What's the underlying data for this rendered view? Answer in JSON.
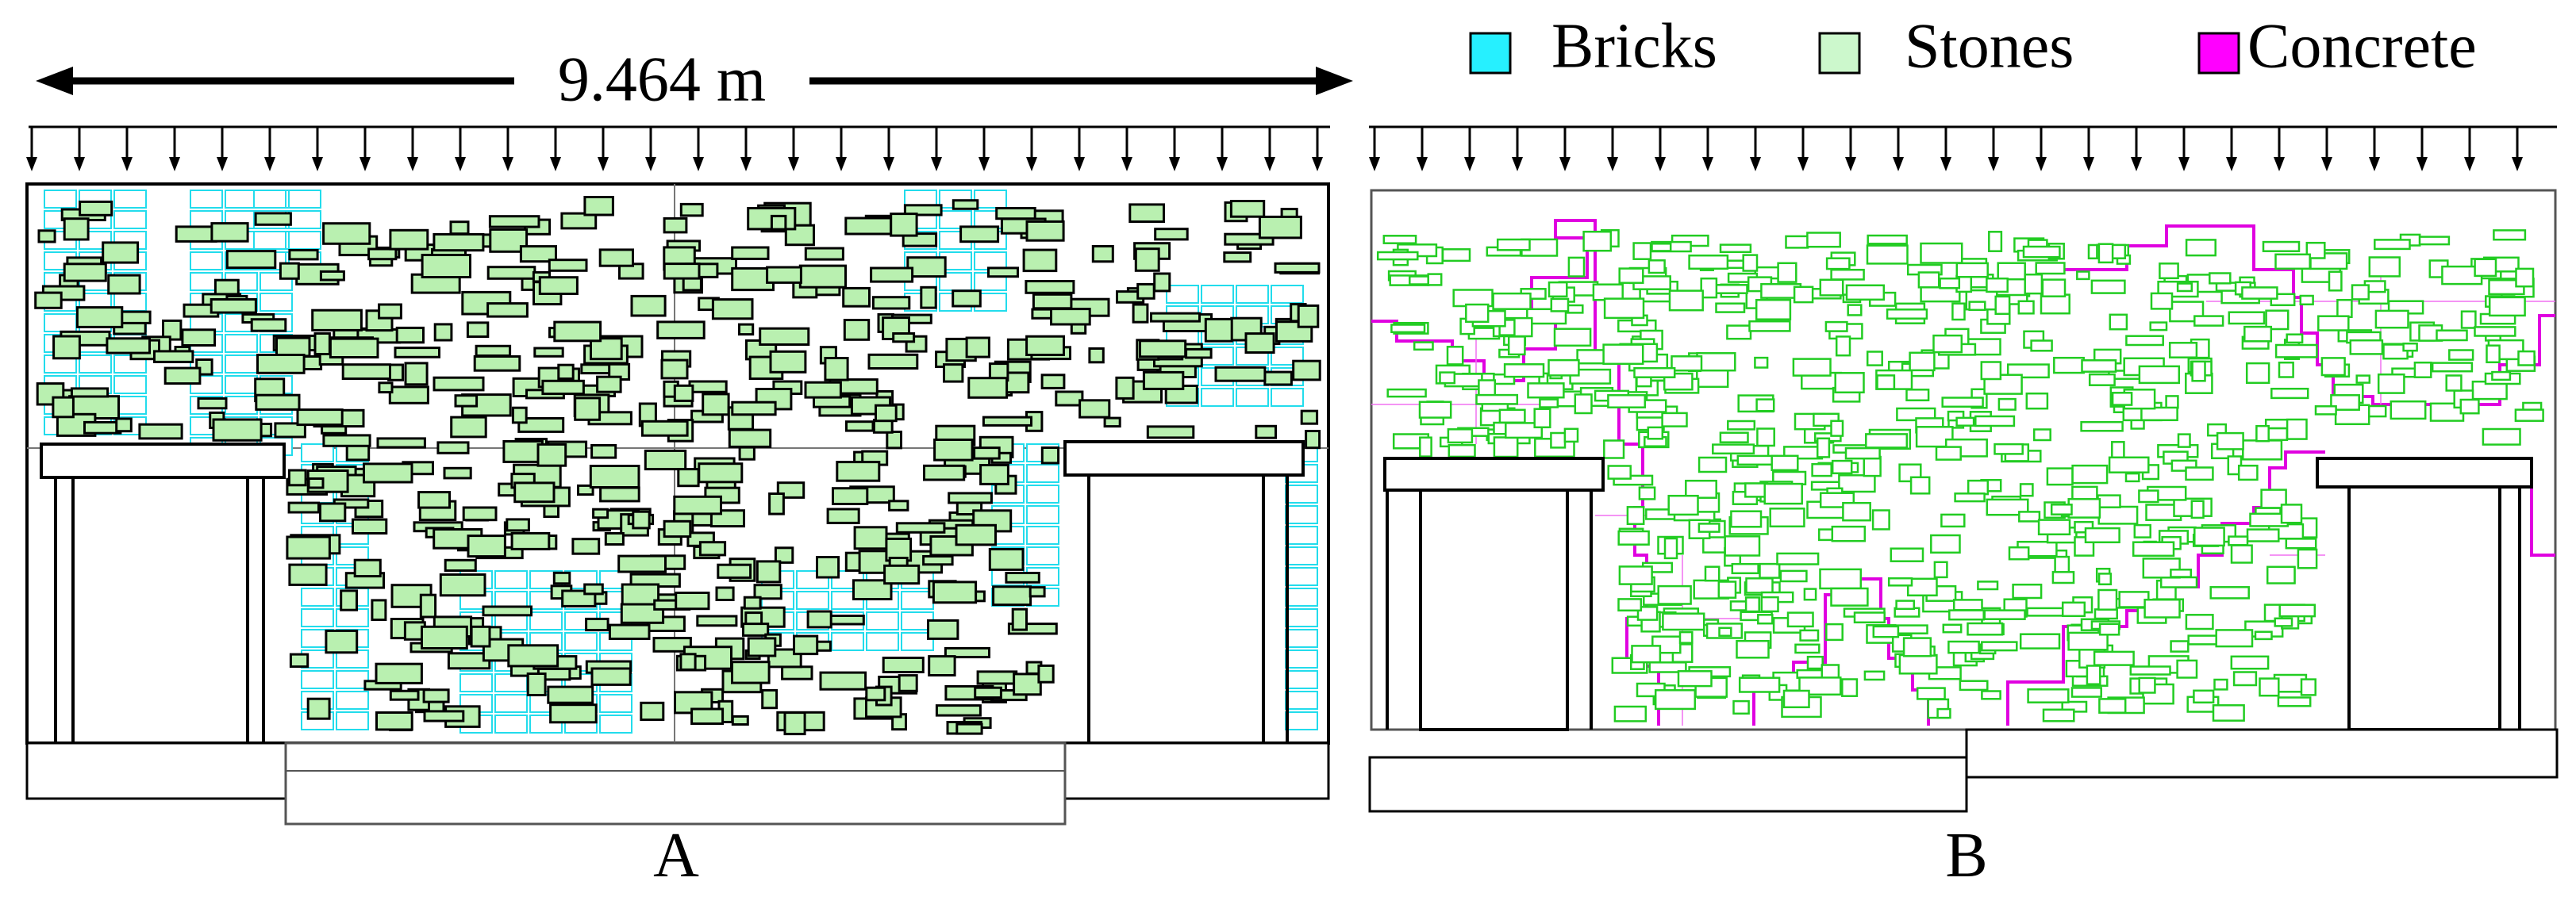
{
  "dimension": {
    "label": "9.464 m"
  },
  "legend": {
    "items": [
      {
        "label": "Bricks",
        "color": "#26f0ff"
      },
      {
        "label": "Stones",
        "color": "#ccf8cc"
      },
      {
        "label": "Concrete",
        "color": "#ff00ff"
      }
    ]
  },
  "panels": [
    {
      "label": "A"
    },
    {
      "label": "B"
    }
  ],
  "colors": {
    "brick_stroke": "#22dcec",
    "stone_fill": "#b9f0b0",
    "stone_stroke_a": "#000000",
    "stone_stroke_b": "#22cc22",
    "concrete_stroke": "#e000e0",
    "outline": "#000000"
  }
}
